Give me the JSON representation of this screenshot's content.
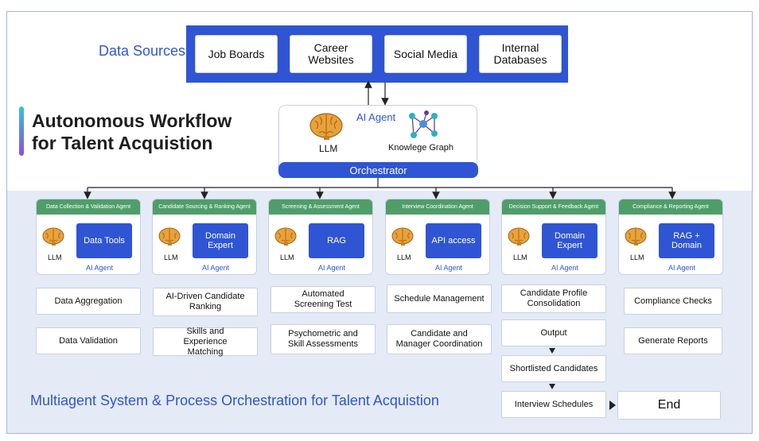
{
  "data_sources": {
    "label": "Data Sources",
    "items": [
      "Job Boards",
      "Career Websites",
      "Social Media",
      "Internal Databases"
    ]
  },
  "title": {
    "line1": "Autonomous Workflow",
    "line2": "for Talent Acquistion"
  },
  "central_agent": {
    "label": "AI Agent",
    "llm": "LLM",
    "knowledge_graph": "Knowlege Graph",
    "orchestrator": "Orchestrator"
  },
  "agents": [
    {
      "header": "Data Collection & Validation Agent",
      "tool": "Data Tools",
      "llm": "LLM",
      "ai": "AI Agent",
      "tasks": [
        "Data Aggregation",
        "Data Validation"
      ]
    },
    {
      "header": "Candidate Sourcing & Ranking Agent",
      "tool": "Domain Expert",
      "llm": "LLM",
      "ai": "AI Agent",
      "tasks": [
        "AI-Driven Candidate Ranking",
        "Skills and Experience Matching"
      ]
    },
    {
      "header": "Screening & Assessment Agent",
      "tool": "RAG",
      "llm": "LLM",
      "ai": "AI Agent",
      "tasks": [
        "Automated Screening Test",
        "Psychometric and Skill Assessments"
      ]
    },
    {
      "header": "Interview Coordination Agent",
      "tool": "API access",
      "llm": "LLM",
      "ai": "AI Agent",
      "tasks": [
        "Schedule Management",
        "Candidate and Manager Coordination"
      ]
    },
    {
      "header": "Decision Support & Feedback Agent",
      "tool": "Domain Expert",
      "llm": "LLM",
      "ai": "AI Agent",
      "tasks": [
        "Candidate Profile Consolidation",
        "Output",
        "Shortlisted Candidates",
        "Interview Schedules"
      ]
    },
    {
      "header": "Compliance & Reporting Agent",
      "tool": "RAG + Domain",
      "llm": "LLM",
      "ai": "AI Agent",
      "tasks": [
        "Compliance Checks",
        "Generate Reports"
      ]
    }
  ],
  "bottom_title": "Multiagent System & Process Orchestration for Talent Acquistion",
  "end_label": "End",
  "colors": {
    "primary_blue": "#2f55d4",
    "agent_header_green": "#4f9e6a",
    "lower_background": "#e4ebf6",
    "brain_orange": "#e8a23a"
  },
  "icons": [
    "brain-icon",
    "knowledge-graph-icon",
    "arrow-icon"
  ]
}
